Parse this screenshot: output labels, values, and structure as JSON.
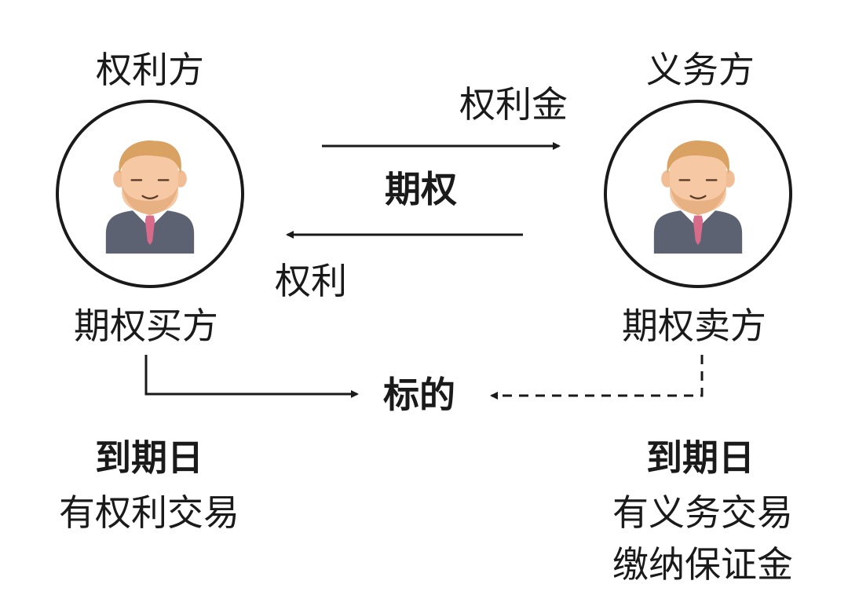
{
  "left": {
    "role": "权利方",
    "name": "期权买方",
    "expiry_title": "到期日",
    "expiry_lines": [
      "有权利交易"
    ]
  },
  "right": {
    "role": "义务方",
    "name": "期权卖方",
    "expiry_title": "到期日",
    "expiry_lines": [
      "有义务交易",
      "缴纳保证金"
    ]
  },
  "arrows": {
    "top_label": "权利金",
    "middle_label": "期权",
    "bottom_label": "权利"
  },
  "underlying": "标的",
  "colors": {
    "skin": "#f6c9a4",
    "hair": "#d9a262",
    "beard": "#e8b183",
    "suit": "#5d6273",
    "shirt": "#ffffff",
    "tie": "#d96b8a",
    "line": "#1a1a1a"
  },
  "icons": {
    "buyer": "businessman-avatar-icon",
    "seller": "businessman-avatar-icon"
  }
}
